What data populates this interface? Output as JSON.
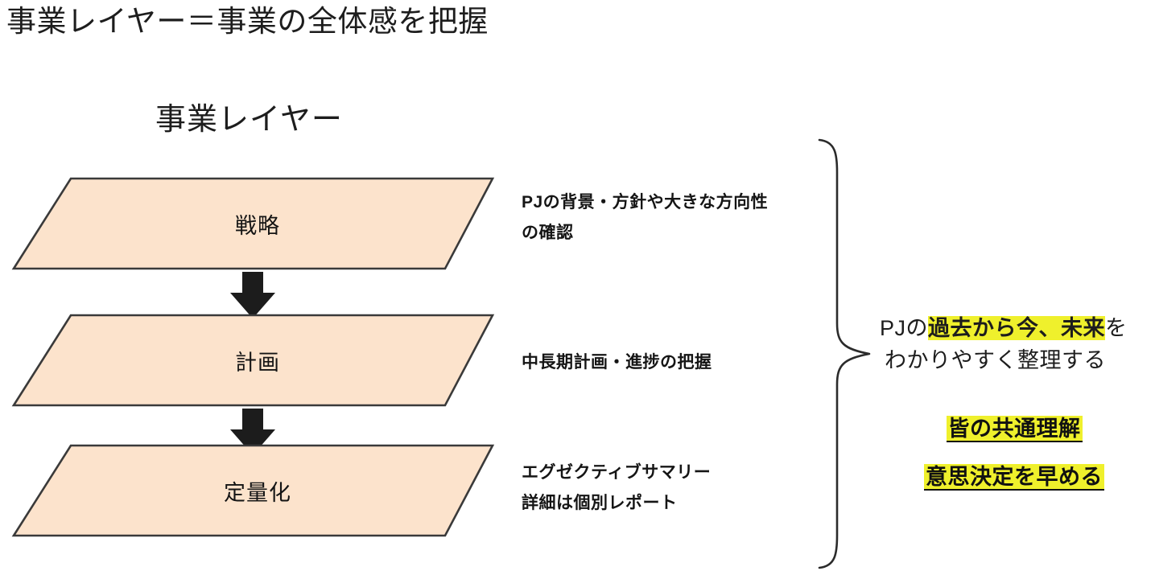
{
  "page": {
    "title": "事業レイヤー＝事業の全体感を把握",
    "subtitle": "事業レイヤー",
    "background_color": "#ffffff"
  },
  "colors": {
    "parallelogram_fill": "#fce3cc",
    "parallelogram_border": "#3a3a3a",
    "arrow_fill": "#1c1c1c",
    "highlight_yellow": "#eff02c",
    "text": "#1d1d1d",
    "brace_stroke": "#2b2b2b"
  },
  "layers": [
    {
      "id": "strategy",
      "label": "戦略",
      "description": [
        "PJの背景・方針や大きな方向性",
        "の確認"
      ]
    },
    {
      "id": "plan",
      "label": "計画",
      "description": [
        "中長期計画・進捗の把握"
      ]
    },
    {
      "id": "quantify",
      "label": "定量化",
      "description": [
        "エグゼクティブサマリー",
        "詳細は個別レポート"
      ]
    }
  ],
  "flow_arrows": [
    {
      "id": "arrow-strategy-to-plan",
      "direction": "down"
    },
    {
      "id": "arrow-plan-to-quantify",
      "direction": "down"
    }
  ],
  "summary": {
    "line1": {
      "prefix": "PJの",
      "highlight": "過去から今、未来",
      "suffix": "を"
    },
    "line2": "わかりやすく整理する",
    "emphasis": [
      {
        "id": "common-understanding",
        "text": "皆の共通理解"
      },
      {
        "id": "faster-decisions",
        "text": "意思決定を早める"
      }
    ]
  }
}
